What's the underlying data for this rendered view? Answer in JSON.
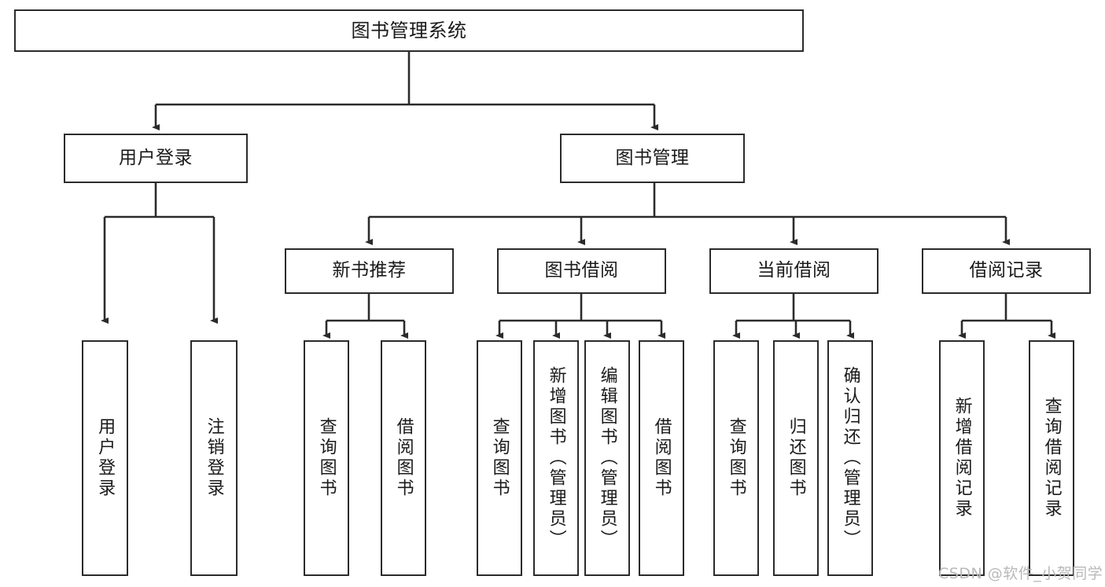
{
  "diagram": {
    "title": "图书管理系统",
    "type": "tree",
    "watermark": "CSDN @软件_小贺同学",
    "colors": {
      "stroke": "#2b2b2b",
      "fill": "#ffffff",
      "text": "#1a1a1a",
      "watermark": "#b9b9b9"
    },
    "nodes": {
      "root": {
        "label": "图书管理系统"
      },
      "level2": [
        {
          "id": "user-login",
          "label": "用户登录"
        },
        {
          "id": "book-manage",
          "label": "图书管理"
        }
      ],
      "level3": [
        {
          "id": "new-book-recommend",
          "label": "新书推荐"
        },
        {
          "id": "book-borrow",
          "label": "图书借阅"
        },
        {
          "id": "current-borrow",
          "label": "当前借阅"
        },
        {
          "id": "borrow-record",
          "label": "借阅记录"
        }
      ],
      "leaves": [
        {
          "id": "leaf-user-login",
          "label": "用户登录",
          "parent": "user-login"
        },
        {
          "id": "leaf-logout",
          "label": "注销登录",
          "parent": "user-login"
        },
        {
          "id": "leaf-query-book-1",
          "label": "查询图书",
          "parent": "new-book-recommend"
        },
        {
          "id": "leaf-borrow-book-1",
          "label": "借阅图书",
          "parent": "new-book-recommend"
        },
        {
          "id": "leaf-query-book-2",
          "label": "查询图书",
          "parent": "book-borrow"
        },
        {
          "id": "leaf-add-book",
          "label": "新增图书（管理员）",
          "parent": "book-borrow"
        },
        {
          "id": "leaf-edit-book",
          "label": "编辑图书（管理员）",
          "parent": "book-borrow"
        },
        {
          "id": "leaf-borrow-book-2",
          "label": "借阅图书",
          "parent": "book-borrow"
        },
        {
          "id": "leaf-query-book-3",
          "label": "查询图书",
          "parent": "current-borrow"
        },
        {
          "id": "leaf-return-book",
          "label": "归还图书",
          "parent": "current-borrow"
        },
        {
          "id": "leaf-confirm-return",
          "label": "确认归还（管理员）",
          "parent": "current-borrow"
        },
        {
          "id": "leaf-add-record",
          "label": "新增借阅记录",
          "parent": "borrow-record"
        },
        {
          "id": "leaf-query-record",
          "label": "查询借阅记录",
          "parent": "borrow-record"
        }
      ]
    }
  }
}
